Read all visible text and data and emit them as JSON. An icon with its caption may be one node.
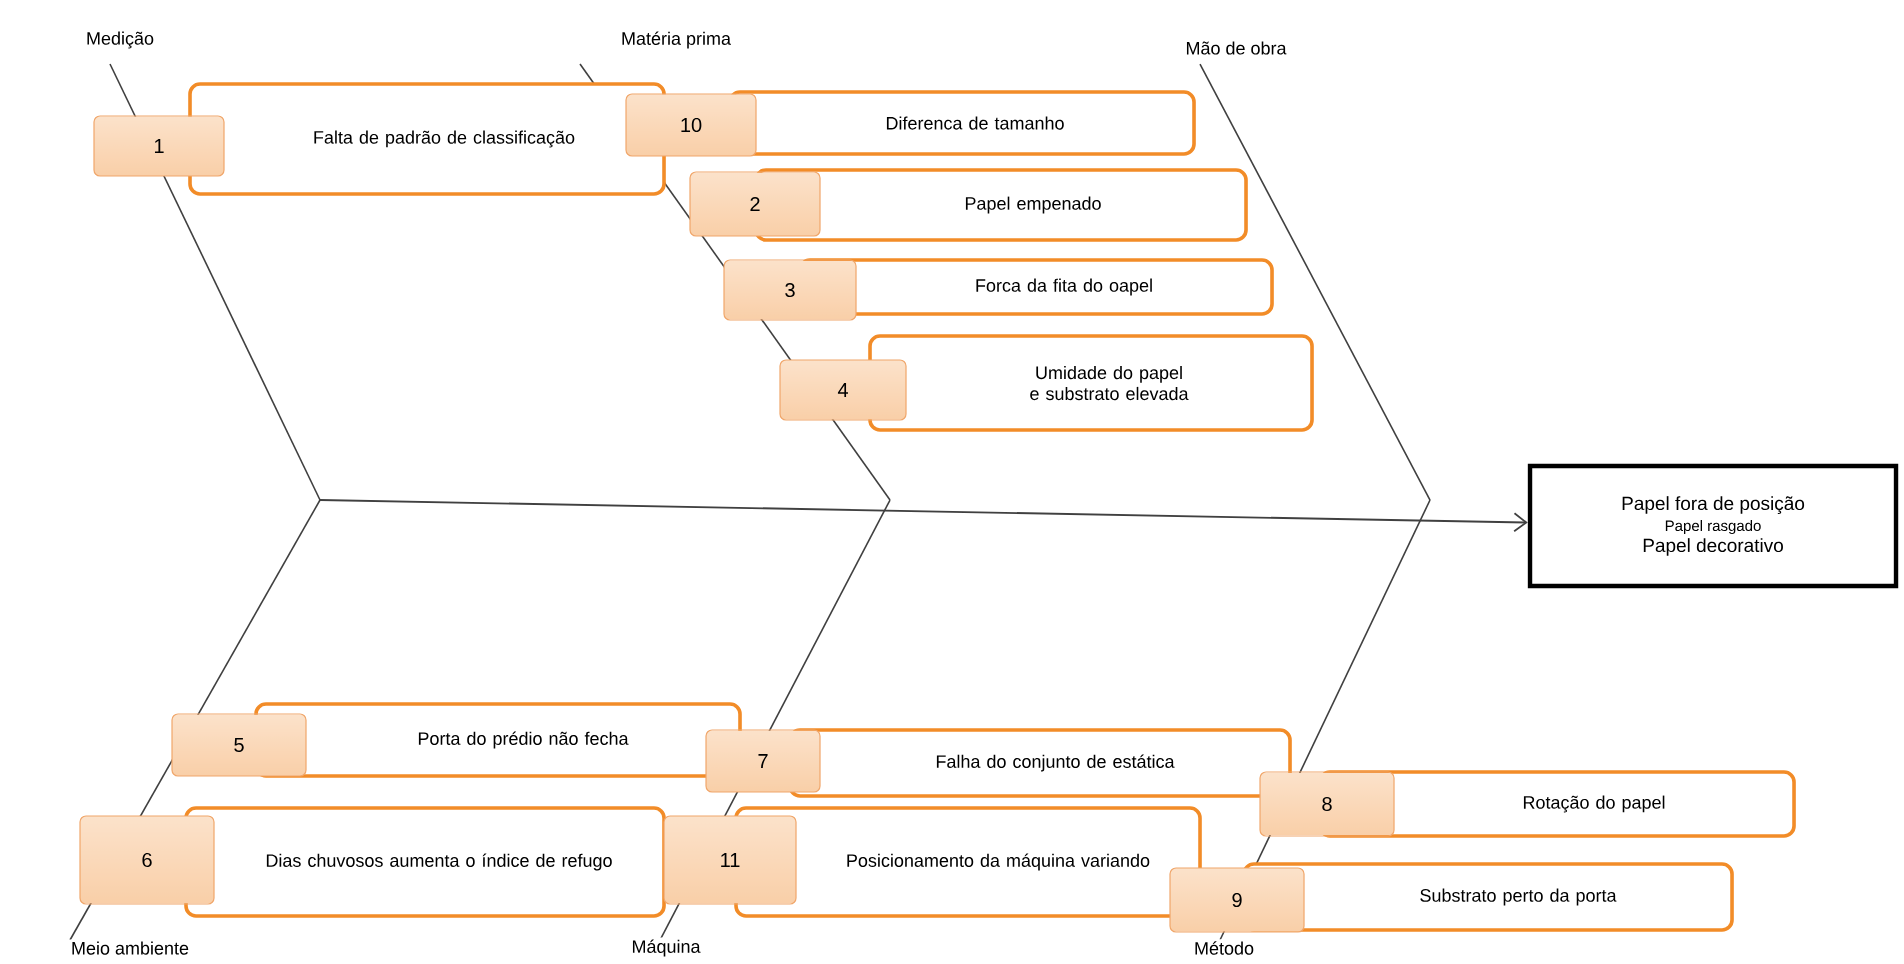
{
  "diagram": {
    "nodes": [
      {
        "text": [
          "1",
          "Falta de padrão de classificação"
        ]
      },
      {
        "text": [
          "10",
          "Diferenca de tamanho"
        ]
      },
      {
        "text": [
          "2",
          "Papel empenado"
        ]
      },
      {
        "text": [
          "3",
          "Forca da fita do oapel"
        ]
      },
      {
        "text": [
          "4",
          "Umidade do papel e substrato elevada"
        ]
      },
      {
        "text": [
          "Papel fora de posição",
          "Papel rasgado",
          "Papel decorativo"
        ]
      },
      {
        "text": [
          "5",
          "Porta do prédio não fecha"
        ]
      },
      {
        "text": [
          "7",
          "Falha do conjunto de estática"
        ]
      },
      {
        "text": [
          "8",
          "Rotação do papel"
        ]
      },
      {
        "text": [
          "6",
          "Dias chuvosos aumenta o índice de refugo"
        ]
      },
      {
        "text": [
          "11",
          "Posicionamento da máquina variando"
        ]
      },
      {
        "text": [
          "9",
          "Substrato perto da porta"
        ]
      }
    ],
    "edges": [
      {
        "from": null,
        "to": 5,
        "arrow": "to"
      }
    ],
    "labels": [
      "Medição",
      "Matéria prima",
      "Mão de obra",
      "Meio ambiente",
      "Máquina",
      "Método"
    ]
  }
}
